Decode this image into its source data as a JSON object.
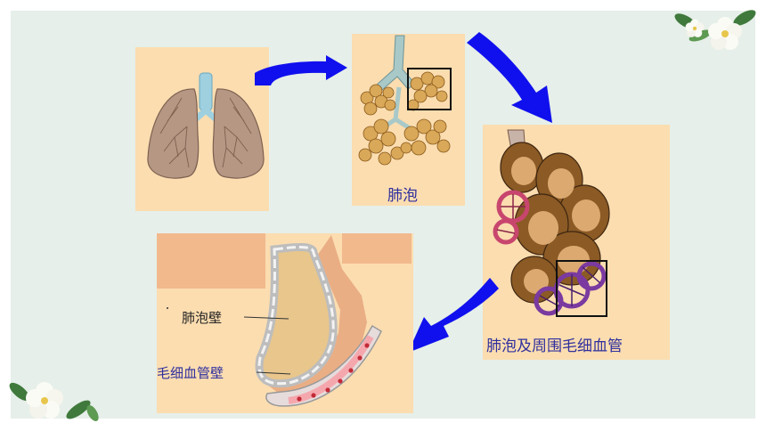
{
  "panels": {
    "alveoli_caption": "肺泡",
    "alveoli_capillaries_caption": "肺泡及周围毛细血管",
    "alveolar_wall_label": "肺泡壁",
    "capillary_wall_label": "毛细血管壁"
  },
  "icons": [
    "lungs-illustration",
    "alveoli-cluster-illustration",
    "capillary-network-illustration",
    "alveolus-cross-section-illustration",
    "flower-decoration-icon",
    "curved-arrow-icon"
  ],
  "colors": {
    "background": "#e6efe9",
    "panel": "#fbddb0",
    "arrow": "#1010ee",
    "caption": "#2f2f9e"
  }
}
